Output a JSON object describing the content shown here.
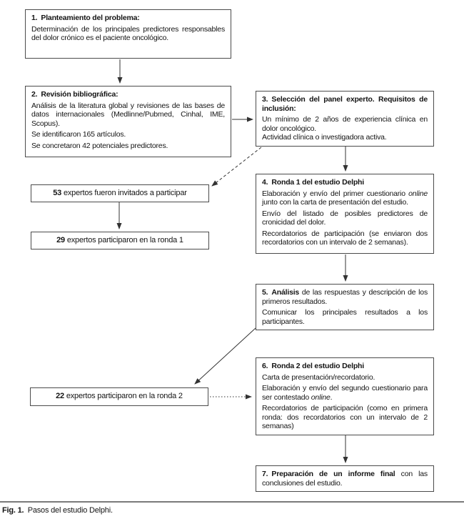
{
  "steps": {
    "s1": {
      "title": "1. Planteamiento del problema:",
      "p1": "Determinación de los principales predictores responsables del dolor crónico es el paciente oncológico."
    },
    "s2": {
      "title": "2. Revisión bibliográfica:",
      "p1": "Análisis de la literatura global y revisiones de las bases de datos internacionales (Medlinne/Pubmed, Cinhal, IME, Scopus).",
      "p2": "Se identificaron 165 artículos.",
      "p3": "Se concretaron 42 potenciales predictores."
    },
    "s3": {
      "title": "3. Selección del panel experto. Requisitos de inclusión:",
      "p1": "Un mínimo de 2 años de experiencia clínica en dolor oncológico.",
      "p2": "Actividad clínica o investigadora activa."
    },
    "s4": {
      "title": "4. Ronda 1 del estudio Delphi",
      "p1a": "Elaboración y envío del primer cuestionario ",
      "p1i": "online",
      "p1b": " junto con la carta de presentación del estudio.",
      "p2": "Envío del listado de posibles predictores de cronicidad del dolor.",
      "p3": "Recordatorios de participación (se enviaron dos recordatorios con un intervalo de 2 semanas)."
    },
    "s5": {
      "lead": "5. Análisis",
      "p1rest": " de las respuestas y descripción de los primeros resultados.",
      "p2": "Comunicar los principales resultados a los participantes."
    },
    "s6": {
      "title": "6. Ronda 2 del estudio Delphi",
      "p1": "Carta de presentación/recordatorio.",
      "p2a": "Elaboración y envío del segundo cuestionario para ser contestado ",
      "p2i": "online",
      "p2b": ".",
      "p3": "Recordatorios de participación (como en primera ronda: dos recordatorios con un intervalo de 2 semanas)"
    },
    "s7": {
      "lead": "7. Preparación de un informe final",
      "rest": " con las conclusiones del estudio."
    }
  },
  "counters": {
    "invited": {
      "num": "53",
      "label": " expertos fueron invitados a participar"
    },
    "round1": {
      "num": "29",
      "label": " expertos participaron en la ronda 1"
    },
    "round2": {
      "num": "22",
      "label": " expertos participaron en la ronda 2"
    }
  },
  "caption": {
    "label": "Fig. 1.",
    "text": " Pasos del estudio Delphi."
  },
  "colors": {
    "box_border": "#4b4b4b",
    "text": "#141414",
    "arrow": "#333333",
    "rule": "#7a7a7a",
    "background": "#ffffff"
  }
}
